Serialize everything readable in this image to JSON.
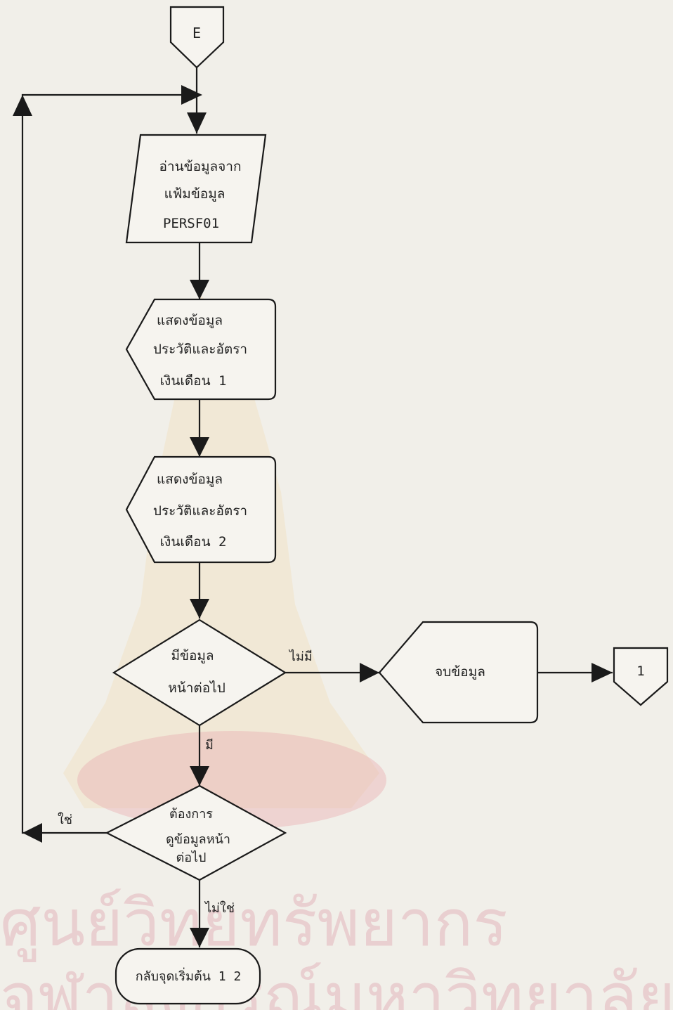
{
  "flowchart": {
    "connector_top": "E",
    "input_lines": [
      "อ่านข้อมูลจาก",
      "แฟ้มข้อมูล",
      "PERSF01"
    ],
    "display1_lines": [
      "แสดงข้อมูล",
      "ประวัติและอัตรา",
      "เงินเดือน 1"
    ],
    "display2_lines": [
      "แสดงข้อมูล",
      "ประวัติและอัตรา",
      "เงินเดือน 2"
    ],
    "decision1_lines": [
      "มีข้อมูล",
      "หน้าต่อไป"
    ],
    "decision1_no": "ไม่มี",
    "decision1_yes": "มี",
    "end_display": "จบข้อมูล",
    "connector_right": "1",
    "decision2_lines": [
      "ต้องการ",
      "ดูข้อมูลหน้า",
      "ต่อไป"
    ],
    "decision2_yes": "ใช่",
    "decision2_no": "ไม่ใช่",
    "terminal": "กลับจุดเริ่มต้น 1 2"
  },
  "watermark": {
    "line1": "ศูนย์วิทยทรัพยากร",
    "line2": "จุฬาลงกรณ์มหาวิทยาลัย"
  }
}
